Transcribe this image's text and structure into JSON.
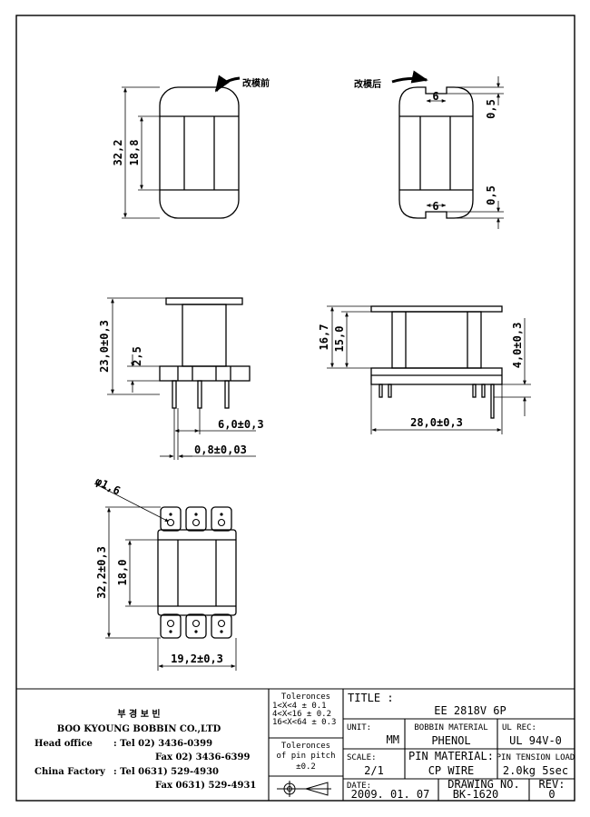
{
  "views": {
    "top_left": {
      "dim_overall": "32,2",
      "dim_inner": "18,8",
      "note": "改模前"
    },
    "top_right": {
      "note": "改模后",
      "slot_top": "6",
      "slot_bottom": "6",
      "gap_top": "0,5",
      "gap_bottom": "0,5"
    },
    "mid_left": {
      "height": "23,0±0,3",
      "flange": "2,5",
      "pin_pitch": "6,0±0,3",
      "pin_dia": "0,8±0,03"
    },
    "mid_right": {
      "height": "16,7",
      "winding": "15,0",
      "pin_len": "4,0±0,3",
      "width": "28,0±0,3"
    },
    "bottom": {
      "hole": "φ1,6",
      "height": "32,2±0,3",
      "inner": "18,0",
      "width": "19,2±0,3"
    }
  },
  "company": {
    "name_korean": "부 경 보 빈",
    "name_english": "BOO KYOUNG BOBBIN CO.,LTD",
    "head_office_label": "Head office",
    "head_tel": ": Tel  02) 3436-0399",
    "head_fax": "Fax  02) 3436-6399",
    "china_label": "China Factory",
    "china_tel": ": Tel 0631) 529-4930",
    "china_fax": "Fax 0631) 529-4931"
  },
  "tolerances": {
    "heading": "Toleronces",
    "rows": [
      "1<X<4   ± 0.1",
      "4<X<16  ± 0.2",
      "16<X<64 ± 0.3"
    ],
    "pitch_heading": "Toleronces",
    "pitch_line": "of pin pitch",
    "pitch_value": "±0.2"
  },
  "title_block": {
    "title_label": "TITLE :",
    "title": "EE 2818V 6P",
    "unit_label": "UNIT:",
    "unit": "MM",
    "bobbin_label": "BOBBIN MATERIAL",
    "bobbin": "PHENOL",
    "ul_label": "UL REC:",
    "ul": "UL 94V-0",
    "scale_label": "SCALE:",
    "scale": "2/1",
    "pin_label": "PIN MATERIAL:",
    "pin": "CP WIRE",
    "tension_label": "PIN TENSION LOAD",
    "tension": "2.0kg 5sec",
    "date_label": "DATE:",
    "date": "2009. 01. 07",
    "drawing_label": "DRAWING NO.",
    "drawing": "BK-1620",
    "rev_label": "REV:",
    "rev": "0"
  }
}
